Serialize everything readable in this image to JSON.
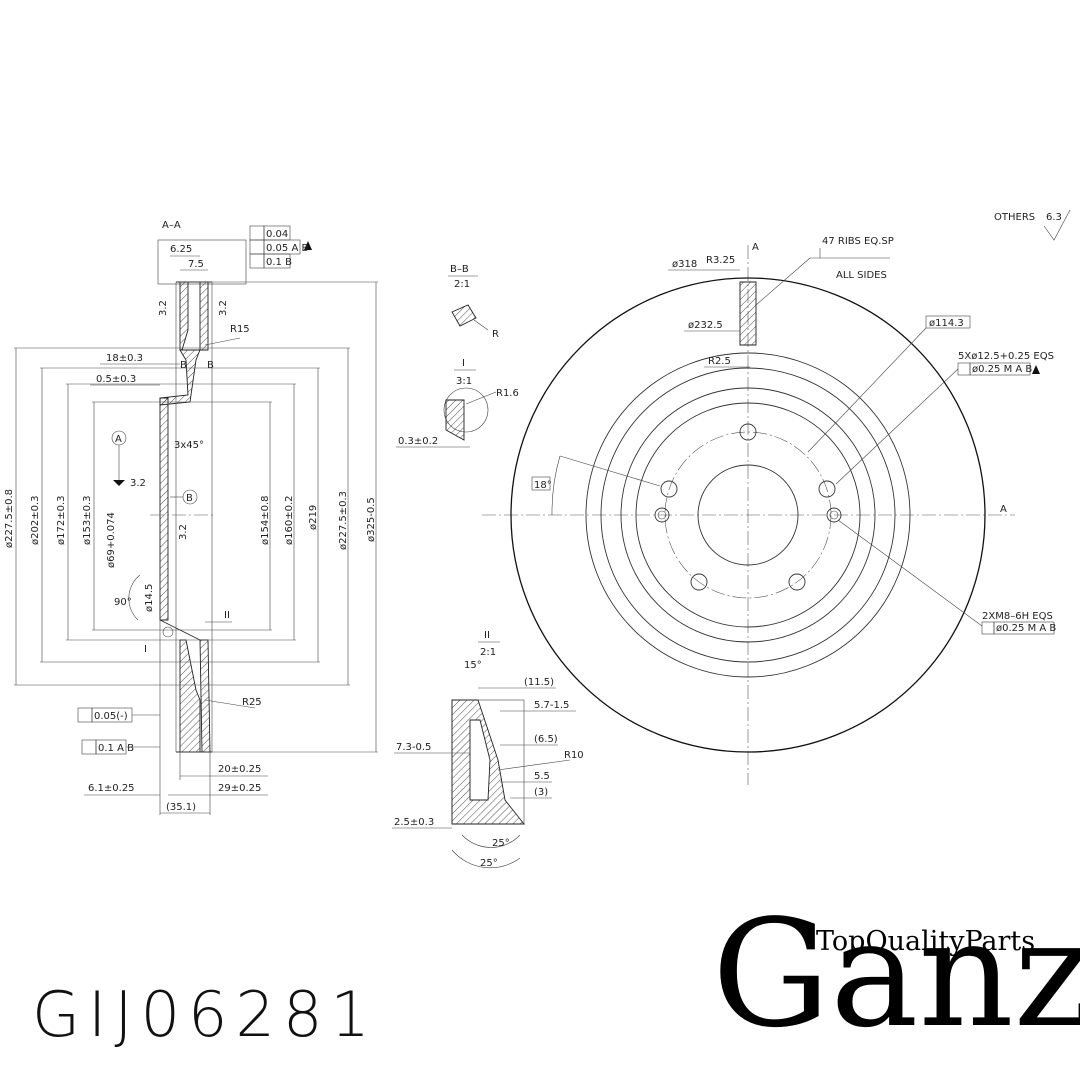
{
  "part_number": "GIJ06281",
  "brand": {
    "name": "Ganz",
    "tagline": "TopQualityParts"
  },
  "surface_note": "OTHERS",
  "surface_value": "6.3",
  "sections": {
    "aa": "A–A",
    "bb": "B–B",
    "bb_scale": "2:1",
    "i": "I",
    "i_scale": "3:1",
    "ii": "II",
    "ii_scale": "2:1",
    "a_right": "A",
    "a_top": "A",
    "b_mark": "B",
    "b_mark2": "B"
  },
  "tolerance_frame": {
    "row1": "0.04",
    "row2": "0.05 A B",
    "row3": "0.1 B",
    "bottom1": "0.05(-)",
    "bottom2": "0.1 A B"
  },
  "dims_left": {
    "d625": "6.25",
    "d75": "7.5",
    "r15": "R15",
    "d18": "18±0.3",
    "d05": "0.5±0.3",
    "chamfer": "3x45°",
    "roughA": "3.2",
    "roughB": "3.2",
    "roughC": "3.2",
    "roughD": "3.2",
    "dia2275": "ø227.5±0.8",
    "dia202": "ø202±0.3",
    "dia172": "ø172±0.3",
    "dia153": "ø153±0.3",
    "dia69": "ø69+0.074",
    "dia154": "ø154±0.8",
    "dia160": "ø160±0.2",
    "dia219": "ø219",
    "dia2275b": "ø227.5±0.3",
    "dia325": "ø325-0.5",
    "ang90": "90°",
    "dia145": "ø14.5",
    "r25": "R25",
    "d20": "20±0.25",
    "d29": "29±0.25",
    "d61": "6.1±0.25",
    "d351": "(35.1)",
    "circ_a": "A",
    "circ_b": "B",
    "mark_i": "I",
    "mark_ii": "II"
  },
  "detail_b": {
    "r": "R"
  },
  "detail_i": {
    "r16": "R1.6",
    "d03": "0.3±0.2"
  },
  "detail_ii": {
    "a15": "15°",
    "d115": "(11.5)",
    "d57": "5.7-1.5",
    "d73": "7.3-0.5",
    "d65": "(6.5)",
    "r10": "R10",
    "d55": "5.5",
    "d3": "(3)",
    "d25": "2.5±0.3",
    "a25a": "25°",
    "a25b": "25°"
  },
  "front_view": {
    "dia318": "ø318",
    "r325": "R3.25",
    "ribs": "47 RIBS EQ.SP",
    "all_sides": "ALL SIDES",
    "dia2325": "ø232.5",
    "r25": "R2.5",
    "dia1143": "ø114.3",
    "holes5": "5Xø12.5+0.25 EQS",
    "holes5_tol": "ø0.25 M A B",
    "ang18": "18°",
    "threads": "2XM8–6H EQS",
    "threads_tol": "ø0.25 M A B"
  }
}
